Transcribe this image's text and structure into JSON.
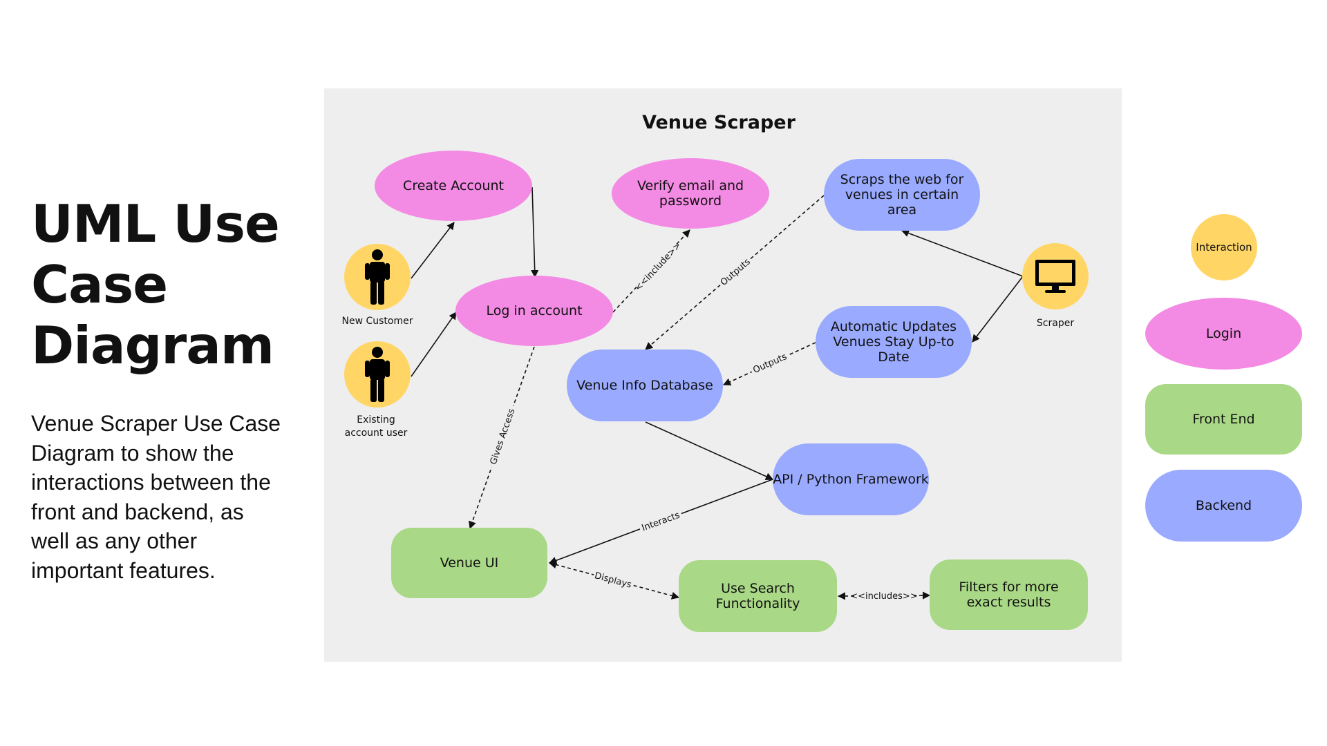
{
  "title": "UML Use Case Diagram",
  "description": "Venue Scraper Use Case Diagram to show the interactions between the front and backend, as well as any other important features.",
  "diagram": {
    "title": "Venue Scraper",
    "actors": {
      "new_customer": "New Customer",
      "existing_user": "Existing account user",
      "scraper": "Scraper"
    },
    "nodes": {
      "create_account": "Create Account",
      "log_in": "Log in account",
      "verify": "Verify email and password",
      "scraps_web": "Scraps the web for venues in certain area",
      "auto_updates": "Automatic Updates Venues Stay Up-to Date",
      "venue_db": "Venue Info Database",
      "api": "API / Python Framework",
      "venue_ui": "Venue UI",
      "search": "Use Search Functionality",
      "filters": "Filters for more exact results"
    },
    "edge_labels": {
      "include": "<<include>>",
      "outputs_scrape": "Outputs",
      "outputs_updates": "Outputs",
      "gives_access": "Gives Access",
      "interacts": "Interacts",
      "displays": "Displays",
      "includes": "<<includes>>"
    }
  },
  "legend": {
    "interaction": "Interaction",
    "login": "Login",
    "front_end": "Front End",
    "backend": "Backend"
  },
  "colors": {
    "actor": "#ffd666",
    "login": "#f38ae3",
    "front_end": "#a9d886",
    "backend": "#99aaff",
    "panel": "#eeeeee"
  },
  "icons": {
    "person": "person-icon",
    "computer": "monitor-icon"
  }
}
